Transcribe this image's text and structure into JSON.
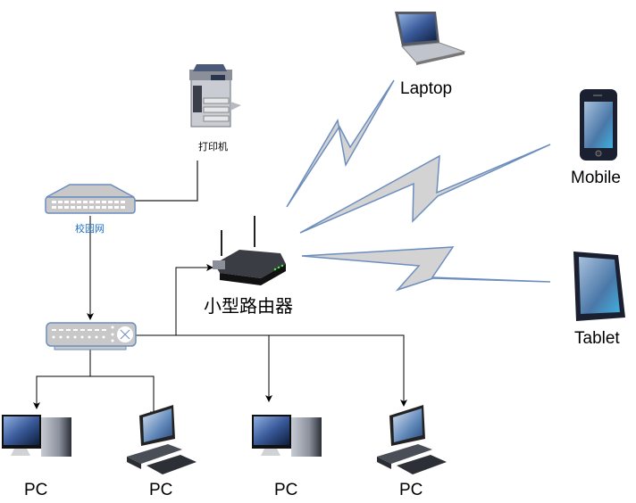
{
  "diagram": {
    "title": "Small router network topology",
    "nodes": {
      "printer": {
        "label": "打印机",
        "icon": "printer-icon"
      },
      "campus_switch": {
        "label": "校园网",
        "icon": "network-switch-icon"
      },
      "lan_switch": {
        "label": "",
        "icon": "layer3-switch-icon"
      },
      "router": {
        "label": "小型路由器",
        "icon": "wireless-router-icon"
      },
      "laptop": {
        "label": "Laptop",
        "icon": "laptop-icon"
      },
      "mobile": {
        "label": "Mobile",
        "icon": "smartphone-icon"
      },
      "tablet": {
        "label": "Tablet",
        "icon": "tablet-icon"
      },
      "pcs": [
        {
          "label": "PC",
          "icon": "desktop-tower-icon"
        },
        {
          "label": "PC",
          "icon": "desktop-workstation-icon"
        },
        {
          "label": "PC",
          "icon": "desktop-tower-icon"
        },
        {
          "label": "PC",
          "icon": "desktop-workstation-icon"
        }
      ]
    },
    "edges": [
      {
        "from": "printer",
        "to": "campus_switch",
        "type": "wired"
      },
      {
        "from": "campus_switch",
        "to": "lan_switch",
        "type": "wired-arrow"
      },
      {
        "from": "lan_switch",
        "to": "router",
        "type": "wired-arrow"
      },
      {
        "from": "lan_switch",
        "to": "pc-1",
        "type": "wired-arrow"
      },
      {
        "from": "lan_switch",
        "to": "pc-2",
        "type": "wired-arrow"
      },
      {
        "from": "lan_switch",
        "to": "pc-3",
        "type": "wired-arrow"
      },
      {
        "from": "lan_switch",
        "to": "pc-4",
        "type": "wired-arrow"
      },
      {
        "from": "router",
        "to": "laptop",
        "type": "wireless"
      },
      {
        "from": "router",
        "to": "mobile",
        "type": "wireless"
      },
      {
        "from": "router",
        "to": "tablet",
        "type": "wireless"
      }
    ],
    "colors": {
      "bolt_fill": "#d3d3d3",
      "bolt_stroke": "#6c8ebf",
      "switch_fill": "#c8c8c8",
      "switch_stroke": "#6c8ebf",
      "line": "#000000",
      "label_blue": "#1f6fc4"
    }
  }
}
